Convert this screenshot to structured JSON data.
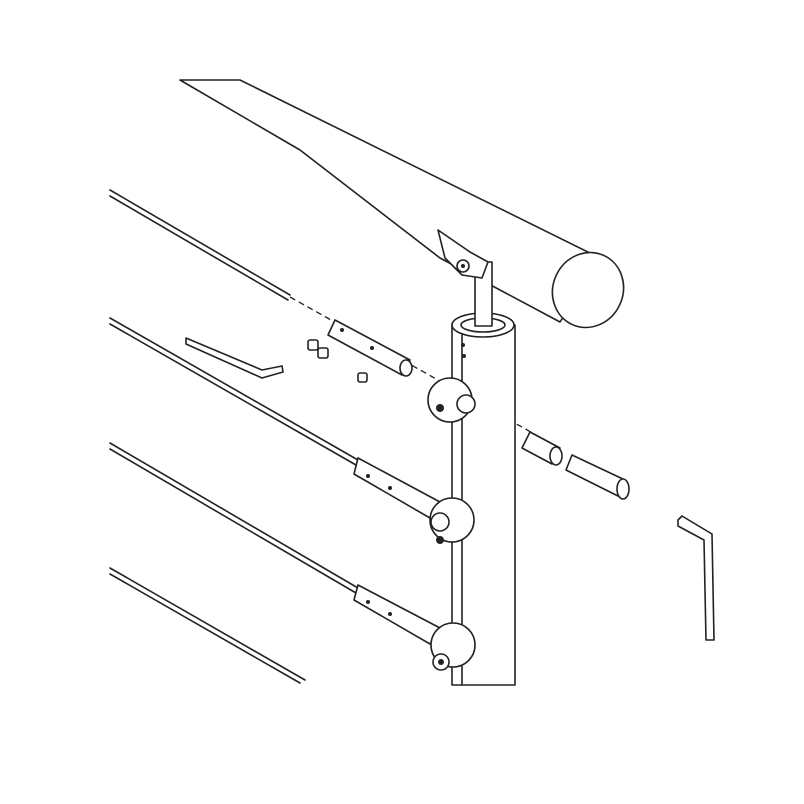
{
  "diagram": {
    "type": "exploded assembly line drawing",
    "colors": {
      "line": "#222222",
      "background": "#ffffff"
    },
    "parts": [
      "handrail",
      "post",
      "rail-bracket",
      "cable",
      "cable-fitting",
      "ball-connector",
      "sleeve",
      "bolt",
      "set-screw",
      "allen-key"
    ]
  }
}
